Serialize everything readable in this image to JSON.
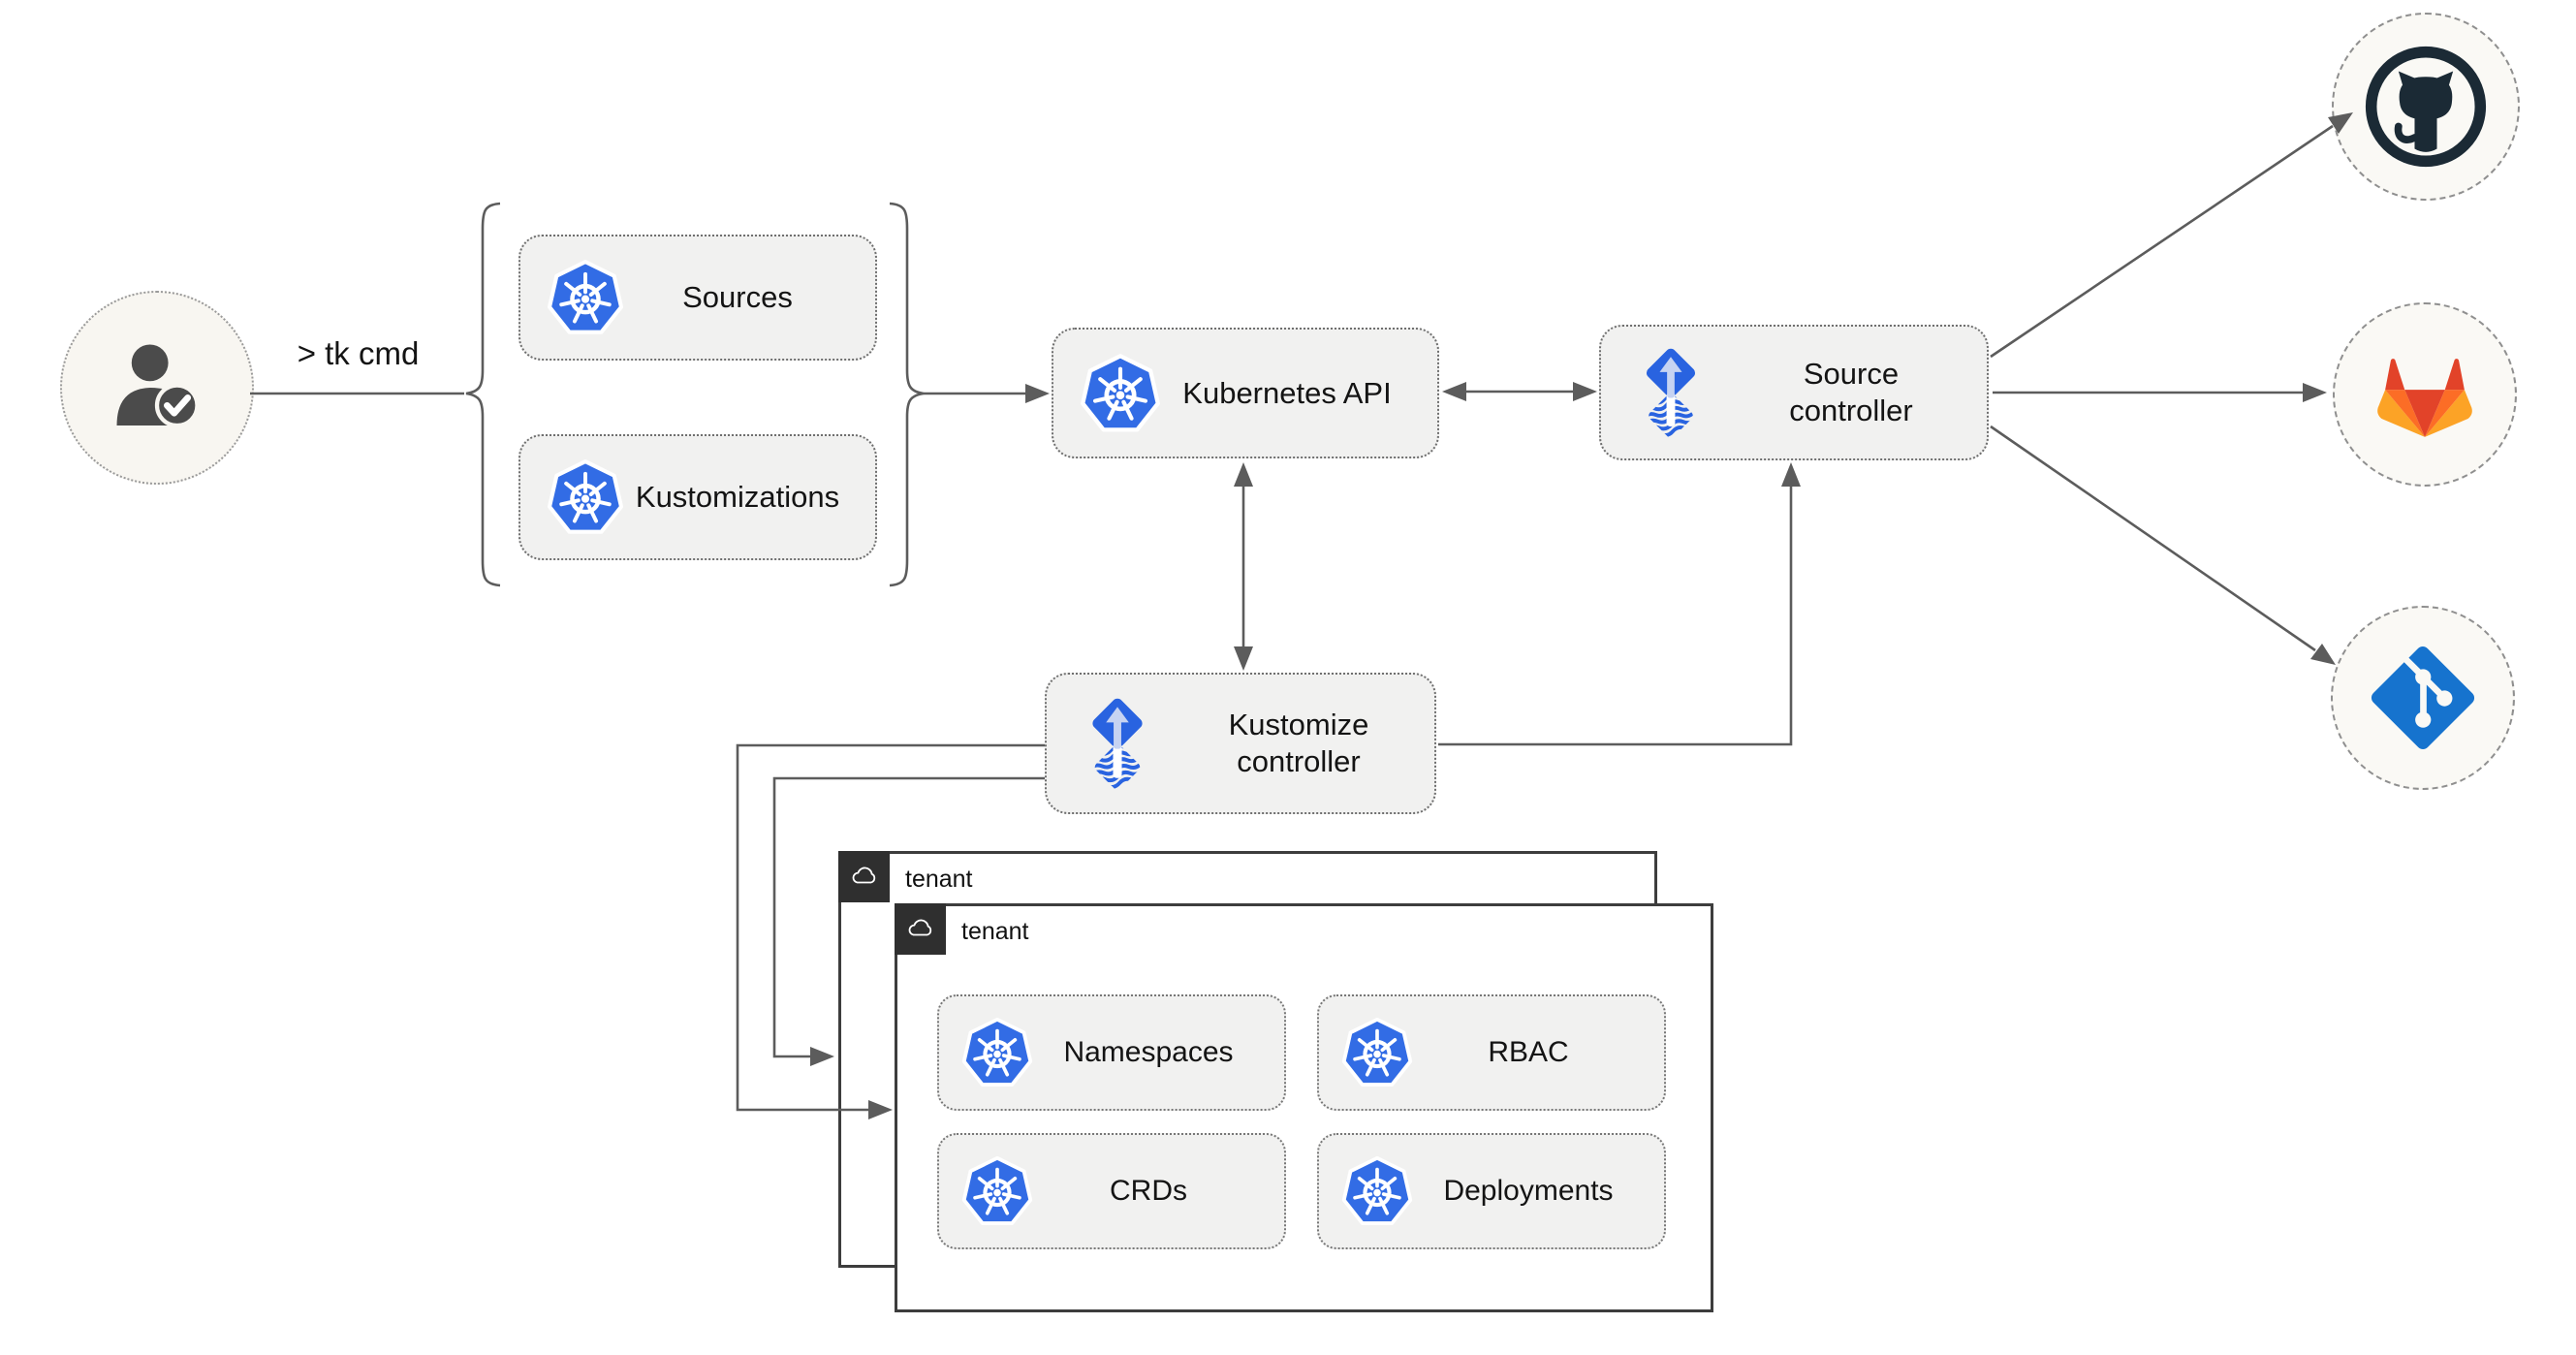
{
  "user": {
    "command": "> tk cmd",
    "icon": "user-check-icon"
  },
  "nodes": {
    "sources": {
      "label": "Sources",
      "icon": "kubernetes-icon"
    },
    "kustomizations": {
      "label": "Kustomizations",
      "icon": "kubernetes-icon"
    },
    "kubernetes_api": {
      "label": "Kubernetes API",
      "icon": "kubernetes-icon"
    },
    "source_controller": {
      "label": "Source controller",
      "icon": "flux-controller-icon"
    },
    "kustomize_controller": {
      "label": "Kustomize controller",
      "icon": "flux-controller-icon"
    }
  },
  "git_providers": [
    {
      "name": "github",
      "icon": "github-icon"
    },
    {
      "name": "gitlab",
      "icon": "gitlab-icon"
    },
    {
      "name": "git",
      "icon": "git-icon"
    }
  ],
  "tenants": {
    "back": {
      "label": "tenant",
      "icon": "cloud-icon"
    },
    "front": {
      "label": "tenant",
      "icon": "cloud-icon"
    },
    "resources": [
      {
        "label": "Namespaces",
        "icon": "kubernetes-icon"
      },
      {
        "label": "RBAC",
        "icon": "kubernetes-icon"
      },
      {
        "label": "CRDs",
        "icon": "kubernetes-icon"
      },
      {
        "label": "Deployments",
        "icon": "kubernetes-icon"
      }
    ]
  },
  "colors": {
    "kubernetes_blue": "#326ce5",
    "flux_blue": "#2963e0",
    "flux_arrow_light": "#c6d3f2",
    "github_dark": "#1b2a35",
    "gitlab_red": "#e24329",
    "gitlab_orange": "#fc6d26",
    "gitlab_amber": "#fca326",
    "git_blue": "#1673ce",
    "line_gray": "#5c5c5c",
    "node_fill": "#f1f1f0",
    "window_border": "#3d3d3d",
    "tab_fill": "#2f2f2f"
  }
}
